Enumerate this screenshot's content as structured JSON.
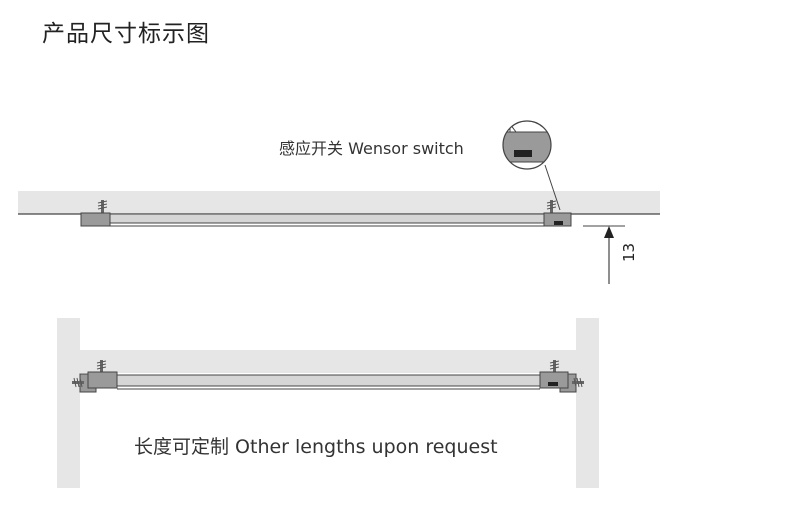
{
  "title": "产品尺寸标示图",
  "sensor_label": "感应开关 Wensor switch",
  "dimension_label": "13",
  "custom_length_label": "长度可定制 Other lengths upon request",
  "colors": {
    "ceiling": "#e6e6e6",
    "line": "#444444",
    "end_cap": "#9a9a9a",
    "light_bar": "#d6d6d6",
    "sensor_window": "#222222"
  },
  "icons": [
    "screw-icon",
    "arrow-up-icon"
  ]
}
